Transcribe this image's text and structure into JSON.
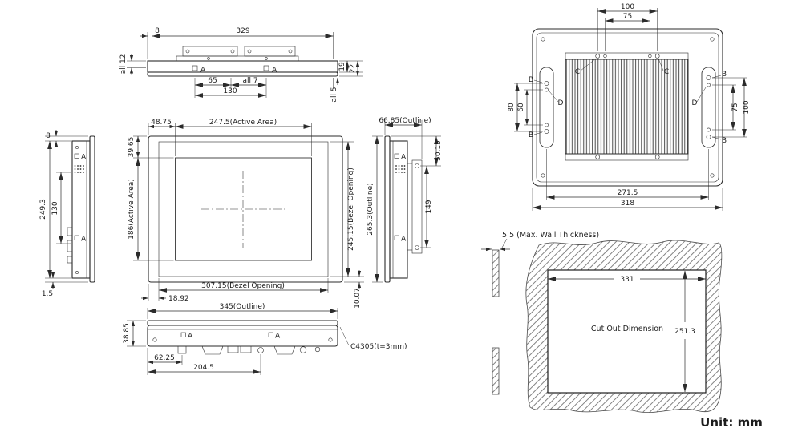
{
  "unit_label": "Unit: mm",
  "views": {
    "top": {
      "d8": "8",
      "d329": "329",
      "dall12": "all 12",
      "d65": "65",
      "dall7": "all 7",
      "d130": "130",
      "d19": "19",
      "d22": "22",
      "dall5": "all 5",
      "a1": "A",
      "a2": "A"
    },
    "side_left": {
      "d8": "8",
      "d249_3": "249.3",
      "d130": "130",
      "d1_5": "1.5",
      "a1": "A",
      "a2": "A"
    },
    "front": {
      "d48_75": "48.75",
      "active_w": "247.5(Active Area)",
      "d39_65": "39.65",
      "active_h": "186(Active Area)",
      "bezel_h": "245.15(Bezel Opening)",
      "bezel_w": "307.15(Bezel Opening)",
      "d18_92": "18.92",
      "d10_07": "10.07"
    },
    "side_right": {
      "outline_d": "66.85(Outline)",
      "d50_15": "50.15",
      "d149": "149",
      "outline_h": "265.3(Outline)",
      "a1": "A",
      "a2": "A"
    },
    "rear": {
      "d100_top": "100",
      "d75_top": "75",
      "d80": "80",
      "d60": "60",
      "d75_right": "75",
      "d100_right": "100",
      "d271_5": "271.5",
      "d318": "318",
      "b1": "B",
      "b2": "B",
      "b3": "B",
      "b4": "B",
      "c1": "C",
      "c2": "C",
      "dd1": "D",
      "dd2": "D"
    },
    "bottom": {
      "outline_w": "345(Outline)",
      "d38_85": "38.85",
      "d62_25": "62.25",
      "d204_5": "204.5",
      "note": "C4305(t=3mm)",
      "a1": "A",
      "a2": "A"
    },
    "cutout": {
      "wall": "5.5 (Max. Wall Thickness)",
      "d331": "331",
      "label": "Cut Out Dimension",
      "d251_3": "251.3"
    }
  }
}
